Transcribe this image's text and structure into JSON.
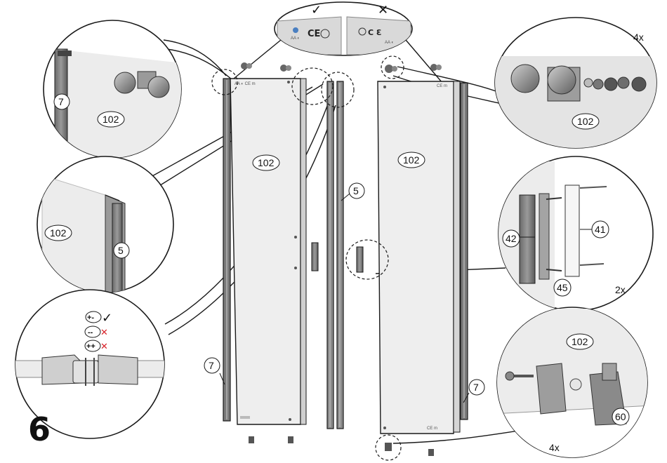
{
  "step_number": "6",
  "part_labels": {
    "glass_panel": "102",
    "magnetic_seal": "5",
    "wall_profile": "7",
    "handle_outer": "42",
    "handle_inner": "41",
    "handle_screw": "45",
    "bottom_guide": "60"
  },
  "quantities": {
    "hinges": "4x",
    "handles": "2x",
    "bottom_guides": "4x"
  },
  "label_check": {
    "correct_mark": "✓",
    "wrong_mark": "✕"
  },
  "magnet_rules": [
    {
      "polarity": "+-",
      "result": "✓",
      "ok": true
    },
    {
      "polarity": "--",
      "result": "✕",
      "ok": false
    },
    {
      "polarity": "++",
      "result": "✕",
      "ok": false
    }
  ],
  "colors": {
    "line": "#1a1a1a",
    "glass": "#ececec",
    "wrong": "#d8232a",
    "metal": "#8f8f8f"
  }
}
